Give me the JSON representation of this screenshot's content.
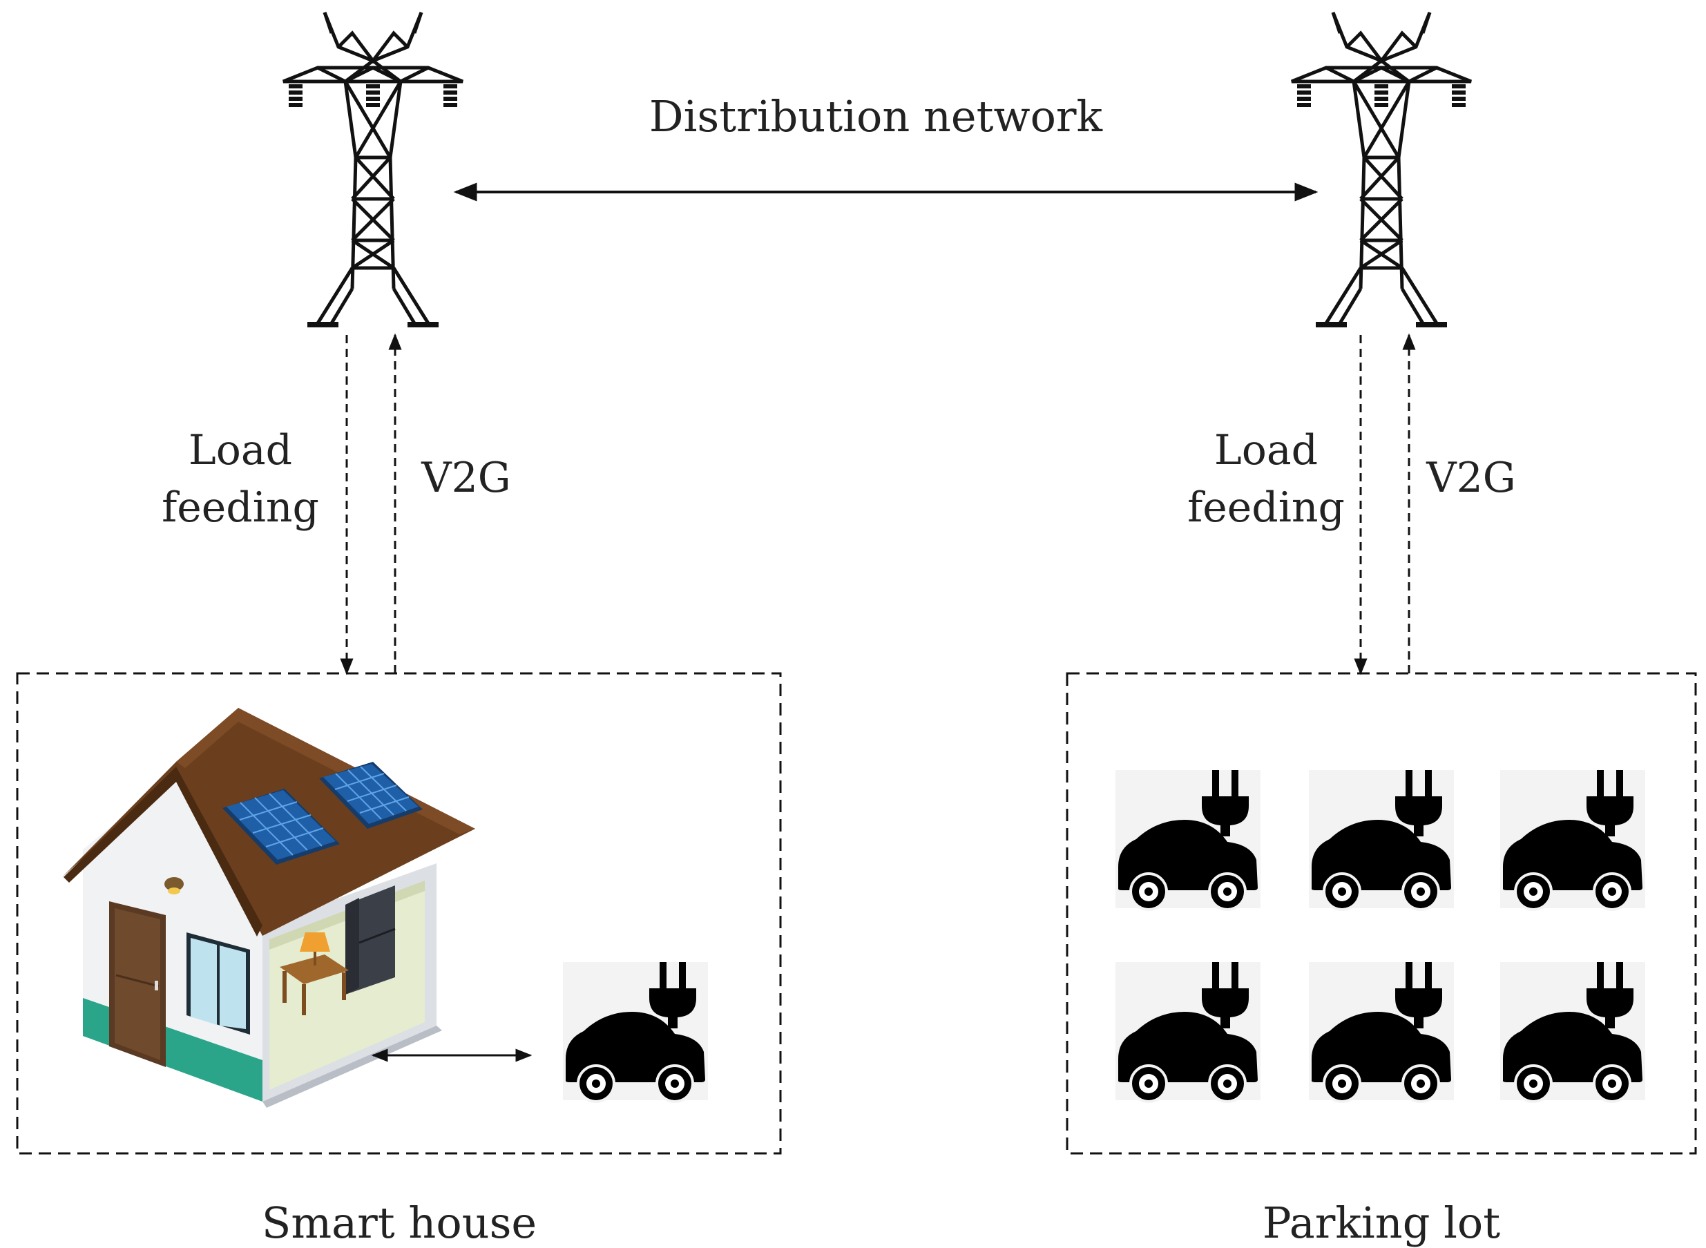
{
  "labels": {
    "distribution_network": "Distribution network",
    "left_load_line1": "Load",
    "left_load_line2": "feeding",
    "left_v2g": "V2G",
    "right_load_line1": "Load",
    "right_load_line2": "feeding",
    "right_v2g": "V2G",
    "smart_house": "Smart house",
    "parking_lot": "Parking lot"
  },
  "colors": {
    "line": "#111111",
    "text": "#222222",
    "roof": "#6b3f1e",
    "solar_panel": "#1f5fa8",
    "wall_base": "#2aa58a",
    "car": "#000000"
  },
  "icons": {
    "tower": "power-tower-icon",
    "house": "smart-house-icon",
    "ev": "electric-car-plug-icon"
  }
}
